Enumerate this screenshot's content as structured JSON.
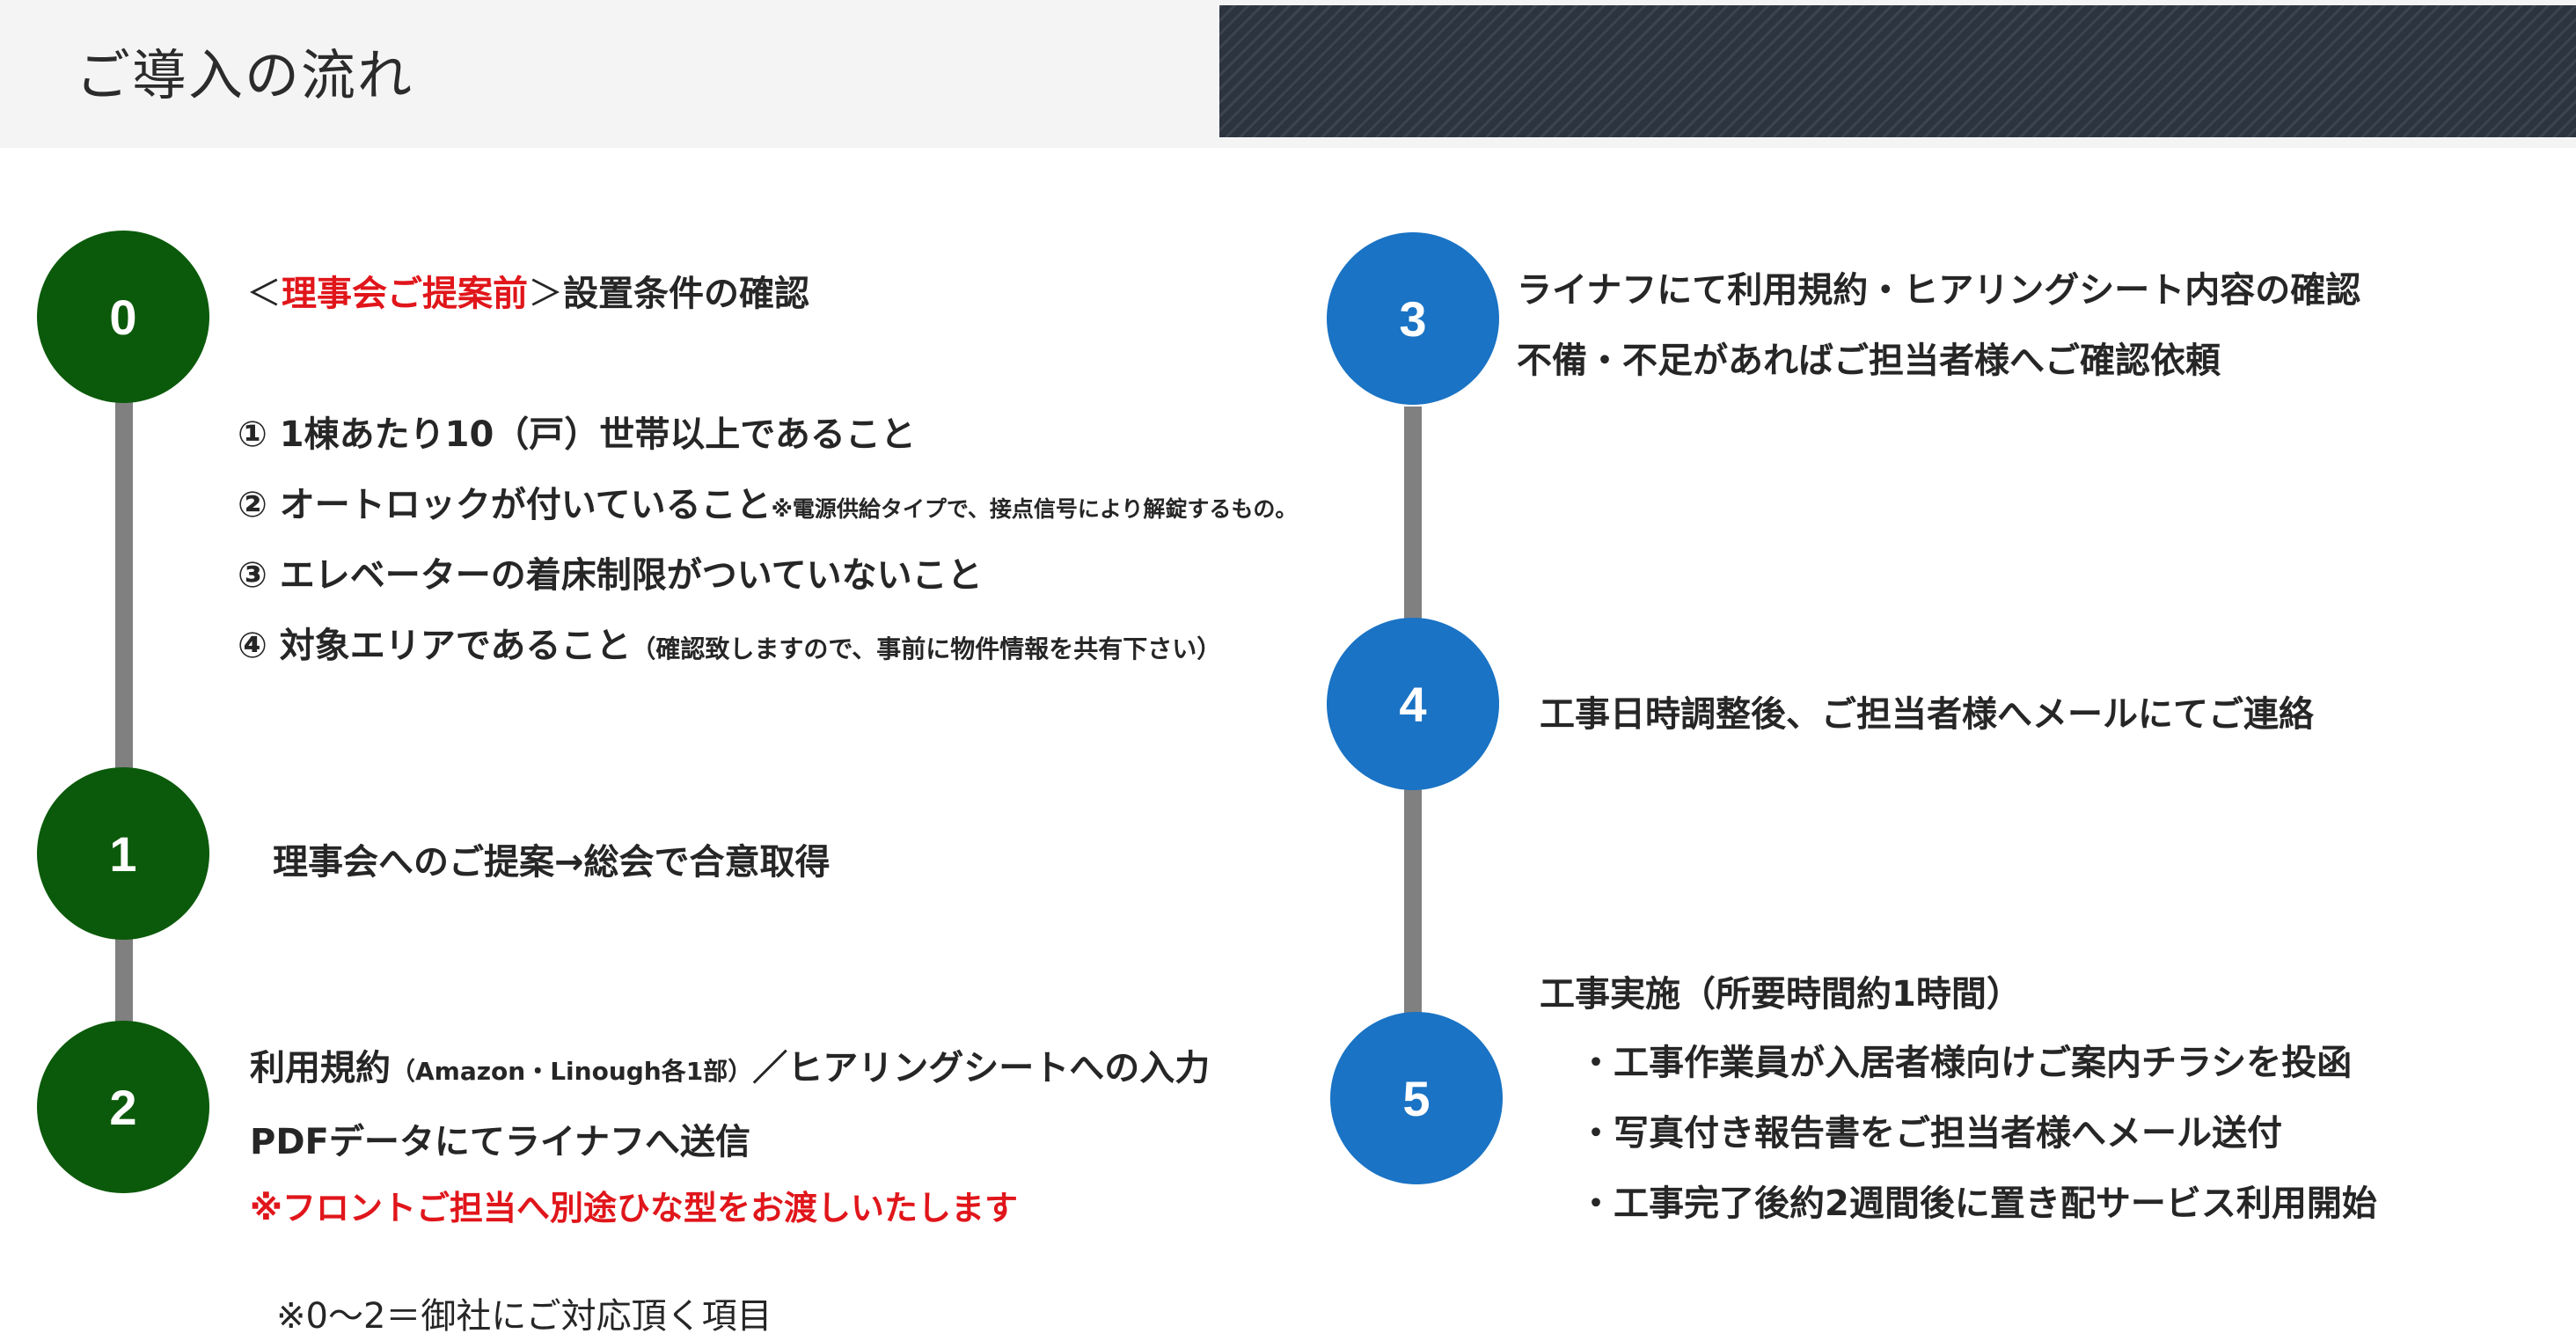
{
  "header": {
    "title": "ご導入の流れ"
  },
  "steps": {
    "s0": {
      "number": "0",
      "title_open": "＜",
      "title_highlight": "理事会ご提案前",
      "title_close": "＞",
      "title_rest": "設置条件の確認",
      "conditions": [
        {
          "text": "① 1棟あたり10（戸）世帯以上であること",
          "note": ""
        },
        {
          "text": "② オートロックが付いていること",
          "note": "※電源供給タイプで、接点信号により解錠するもの。"
        },
        {
          "text": "③ エレベーターの着床制限がついていないこと",
          "note": ""
        },
        {
          "text": "④ 対象エリアであること",
          "note": "（確認致しますので、事前に物件情報を共有下さい）"
        }
      ]
    },
    "s1": {
      "number": "1",
      "text": "理事会へのご提案→総会で合意取得"
    },
    "s2": {
      "number": "2",
      "line1_a": "利用規約",
      "line1_note": "（Amazon・Linough各1部）",
      "line1_b": "／ヒアリングシートへの入力",
      "line2": "PDFデータにてライナフへ送信",
      "note": "※フロントご担当へ別途ひな型をお渡しいたします"
    },
    "s3": {
      "number": "3",
      "line1": "ライナフにて利用規約・ヒアリングシート内容の確認",
      "line2": "不備・不足があればご担当者様へご確認依頼"
    },
    "s4": {
      "number": "4",
      "text": "工事日時調整後、ご担当者様へメールにてご連絡"
    },
    "s5": {
      "number": "5",
      "title": "工事実施（所要時間約1時間）",
      "bullets": [
        "・工事作業員が入居者様向けご案内チラシを投函",
        "・写真付き報告書をご担当者様へメール送付",
        "・工事完了後約2週間後に置き配サービス利用開始"
      ]
    }
  },
  "footer": {
    "note": "※0～2＝御社にご対応頂く項目"
  },
  "colors": {
    "green": "#0b5a0b",
    "blue": "#1a73c4",
    "red": "#e0161b",
    "line": "#808080"
  }
}
